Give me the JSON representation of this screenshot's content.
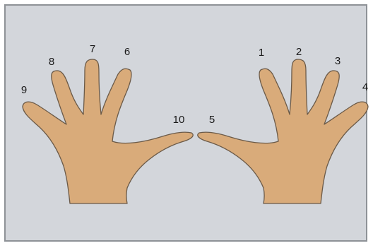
{
  "colors": {
    "background": "#d3d6db",
    "border": "#8e9297",
    "skin": "#d9ab7a",
    "outline": "#6b5a48",
    "label": "#1a1a1a"
  },
  "left_hand": {
    "labels": {
      "thumb": "10",
      "index": "6",
      "middle": "7",
      "ring": "8",
      "little": "9"
    }
  },
  "right_hand": {
    "labels": {
      "thumb": "5",
      "index": "1",
      "middle": "2",
      "ring": "3",
      "little": "4"
    }
  }
}
